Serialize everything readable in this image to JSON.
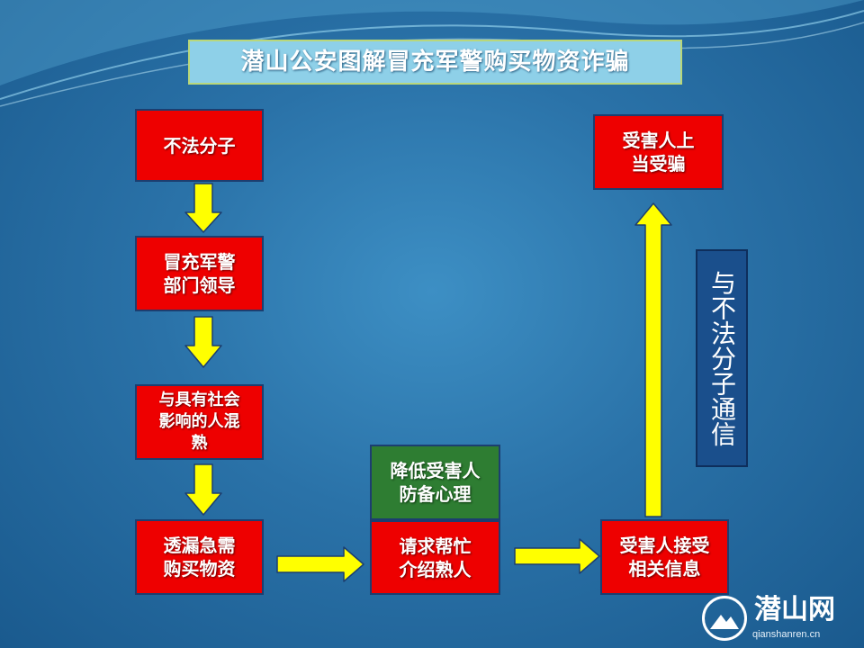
{
  "title": "潜山公安图解冒充军警购买物资诈骗",
  "boxes": {
    "offender": "不法分子",
    "impersonate": "冒充军警\n部门领导",
    "befriend": "与具有社会\n影响的人混\n熟",
    "reveal": "透漏急需\n购买物资",
    "lower_guard": "降低受害人\n防备心理",
    "request": "请求帮忙\n介绍熟人",
    "accept": "受害人接受\n相关信息",
    "deceived": "受害人上\n当受骗"
  },
  "side_label": "与不法分子通信",
  "logo": {
    "name": "潜山网",
    "url": "qianshanren.cn"
  },
  "colors": {
    "box_red": "#ee0000",
    "box_green": "#2e7d32",
    "arrow_yellow": "#ffff00",
    "title_bg": "#8ed0e8",
    "side_bg": "#1a4f8c"
  }
}
